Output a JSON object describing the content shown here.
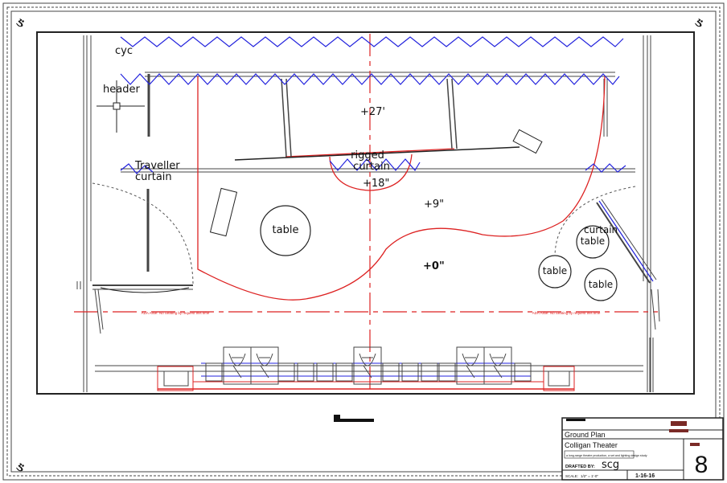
{
  "corner_glyphs": {
    "top_left": "ઙ",
    "top_right": "ઙ",
    "bottom_left": "ઙ"
  },
  "labels": {
    "cyc": "cyc",
    "header": "header",
    "traveller_line1": "Traveller",
    "traveller_line2": "curtain",
    "rigged_line1": "rigged",
    "rigged_line2": "curtain",
    "curtain_right": "curtain",
    "elev_27": "+27'",
    "elev_18": "+18\"",
    "elev_9": "+9\"",
    "elev_0": "+0\""
  },
  "tables": [
    "table",
    "table",
    "table",
    "table"
  ],
  "ada_note_left": "ADA Aisle: No Seating by request this time",
  "ada_note_right": "ADA Aisle: No Seating by request this time",
  "title_block": {
    "drawing_title": "Ground Plan",
    "theater": "Colligan Theater",
    "subtitle": "a long-range theatre production, a set and lighting design study",
    "drafted_label": "DRAFTED BY:",
    "drafted_value": "scg",
    "scale_label": "SCALE:",
    "scale_value": "1/2\" = 1'-0\"",
    "date": "1-16-16",
    "sheet_number": "8"
  },
  "colors": {
    "curtain": "#2222dd",
    "platform": "#dd2222",
    "line": "#222222",
    "accent": "#7a2a26"
  }
}
